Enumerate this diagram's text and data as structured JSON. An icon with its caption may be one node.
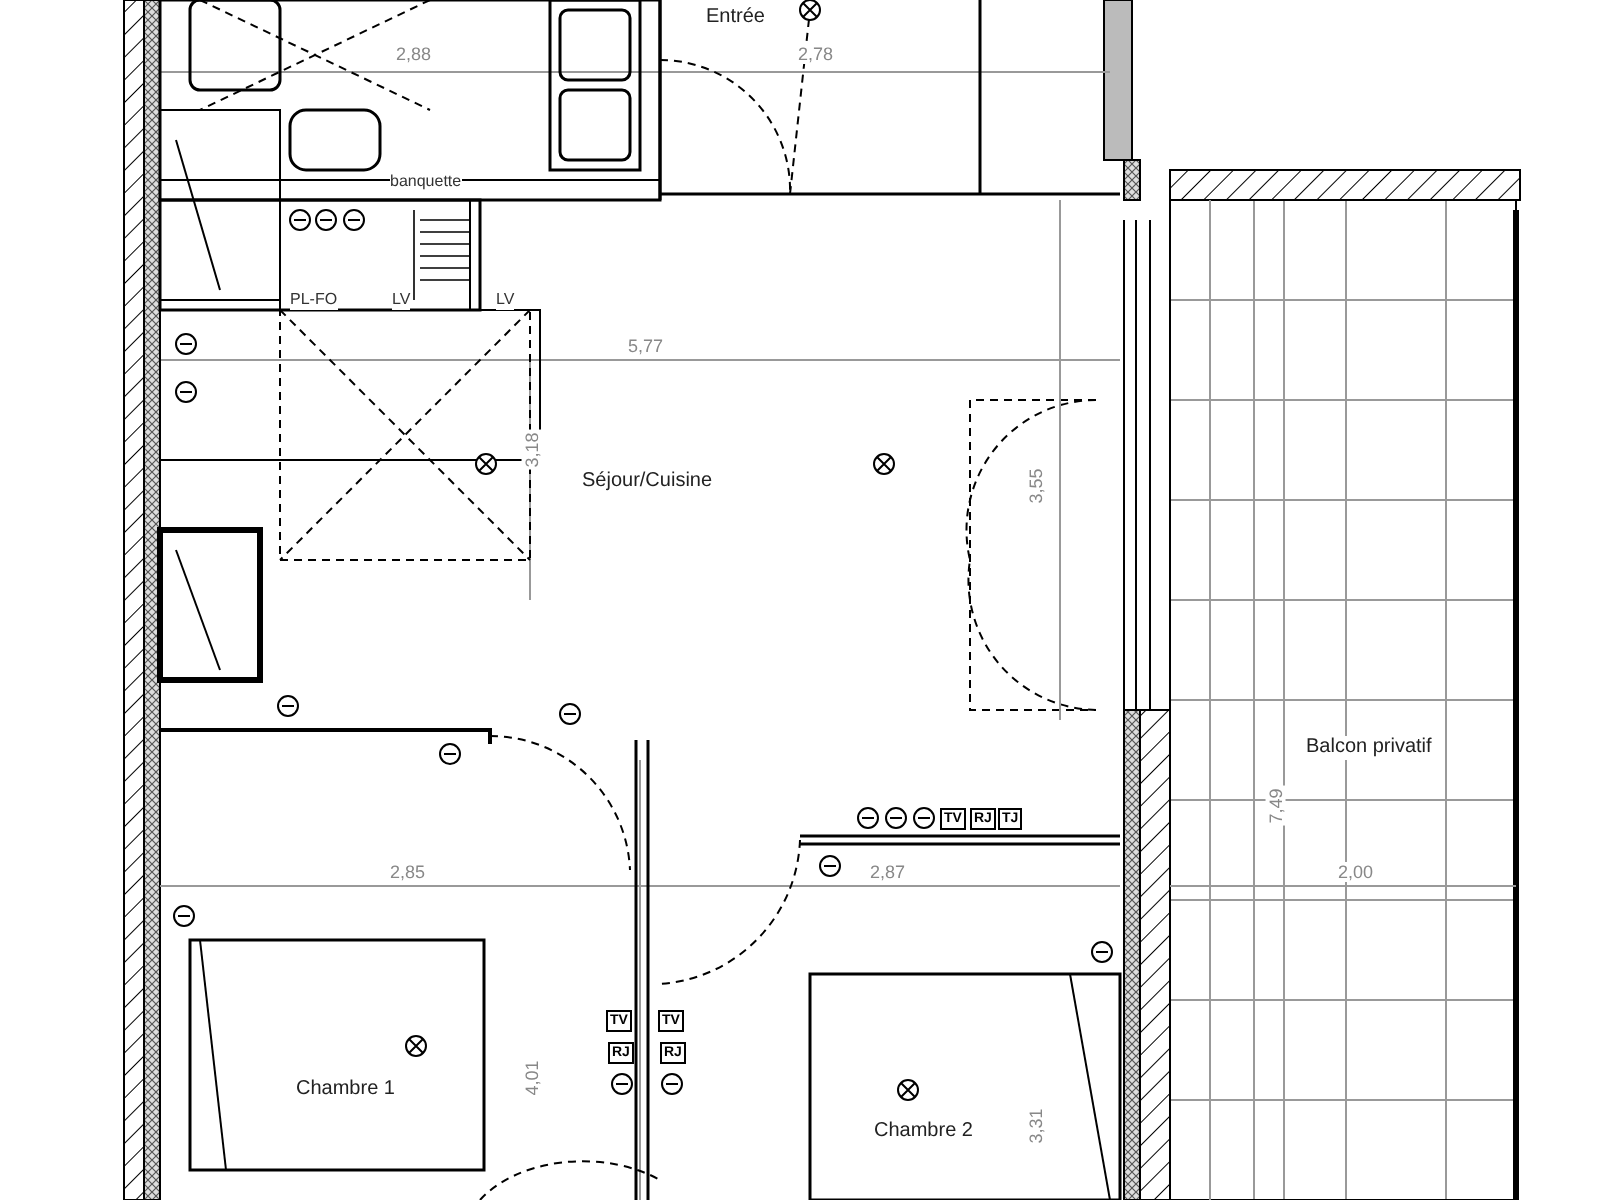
{
  "diagram": {
    "nodes": [
      {
        "text": [
          "Entrée"
        ]
      },
      {
        "text": [
          "Séjour/Cuisine"
        ]
      },
      {
        "text": [
          "Balcon privatif"
        ]
      },
      {
        "text": [
          "Chambre 1"
        ]
      },
      {
        "text": [
          "Chambre 2"
        ]
      }
    ],
    "labels": [
      "2,88",
      "2,78",
      "banquette",
      "PL-FO",
      "LV",
      "LV",
      "5,77",
      "3,18",
      "3,55",
      "TV",
      "RJ",
      "TJ",
      "2,85",
      "2,87",
      "7,49",
      "2,00",
      "TV",
      "TV",
      "RJ",
      "RJ",
      "4,01",
      "3,31"
    ]
  }
}
